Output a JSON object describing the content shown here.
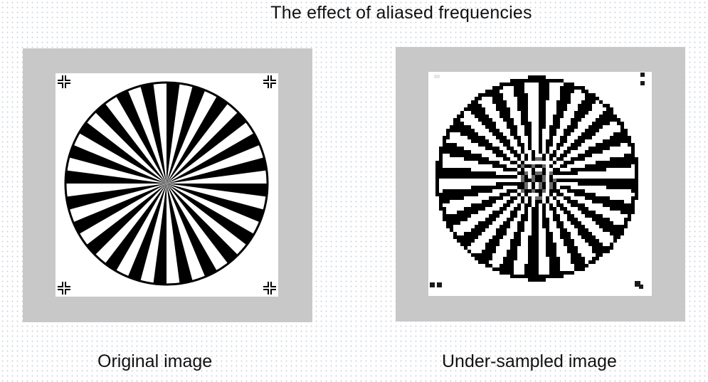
{
  "title": "The effect of aliased frequencies",
  "panels": [
    {
      "caption": "Original image",
      "kind": "original",
      "spokes": 24
    },
    {
      "caption": "Under-sampled image",
      "kind": "aliased",
      "spokes": 24
    }
  ],
  "colors": {
    "frame": "#c8c8c8",
    "ink": "#000000",
    "paper": "#ffffff"
  }
}
